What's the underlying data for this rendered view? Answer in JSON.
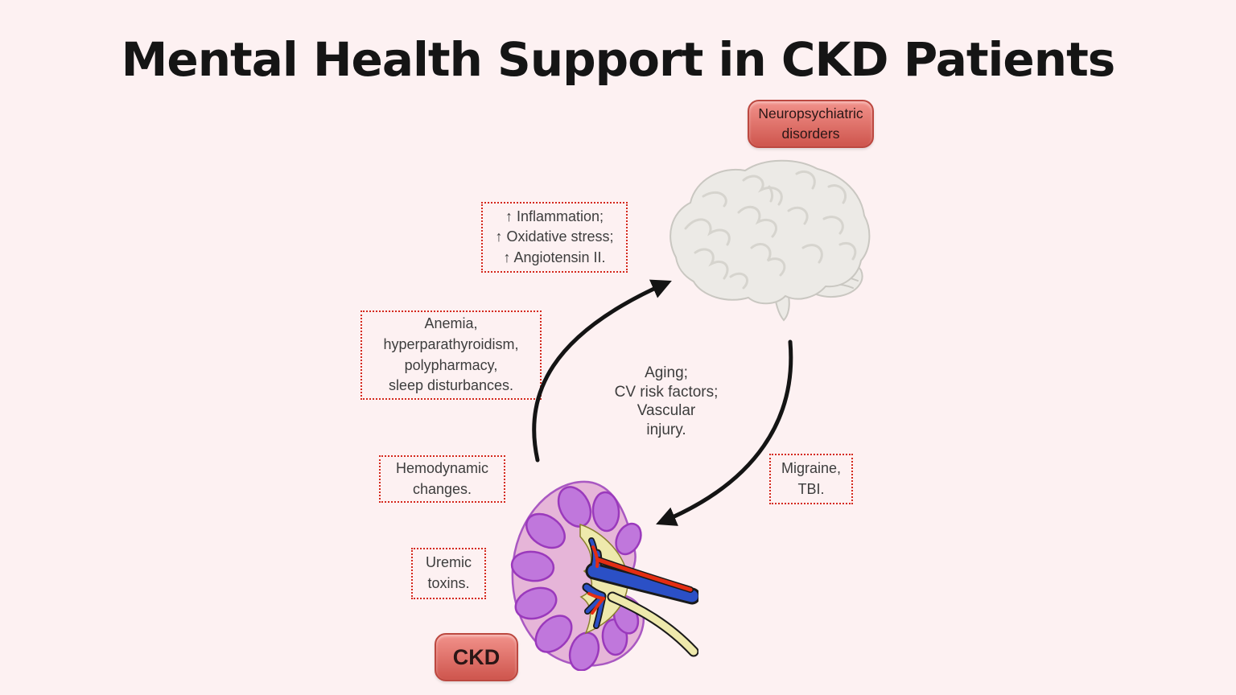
{
  "title": "Mental Health Support in CKD Patients",
  "badges": {
    "neuropsychiatric": "Neuropsychiatric disorders",
    "ckd": "CKD"
  },
  "factor_boxes": {
    "mechanisms": "↑ Inflammation;\n↑ Oxidative stress;\n↑ Angiotensin II.",
    "anemia": "Anemia,\nhyperparathyroidism,\npolypharmacy,\nsleep disturbances.",
    "hemodynamic": "Hemodynamic\nchanges.",
    "migraine": "Migraine,\nTBI.",
    "uremic": "Uremic\ntoxins."
  },
  "annotations": {
    "aging": "Aging;\nCV risk factors;\nVascular\ninjury."
  },
  "icons": {
    "brain": "brain-illustration",
    "kidney": "kidney-cross-section-illustration",
    "arrow_up": "curved-arrow-kidney-to-brain",
    "arrow_down": "curved-arrow-brain-to-kidney"
  },
  "colors": {
    "background": "#fdf1f2",
    "title_text": "#151515",
    "body_text": "#3d3d3d",
    "dotted_border": "#d4281c",
    "badge_top": "#f2928b",
    "badge_bottom": "#ce554d",
    "badge_border": "#bc4840",
    "badge_text": "#2a1616",
    "arrow": "#141414",
    "brain_fill": "#eceae6",
    "brain_stroke": "#c9c7c1",
    "brain_line": "#d6d4ce",
    "kidney_cortex": "#e6b5d8",
    "kidney_cortex_border": "#a958c2",
    "kidney_pyramid": "#c077dc",
    "kidney_pyramid_border": "#9a39bc",
    "kidney_pelvis": "#eee9ac",
    "kidney_outline": "#1a1a1a",
    "vein": "#2b50c6",
    "artery": "#e42d12"
  }
}
